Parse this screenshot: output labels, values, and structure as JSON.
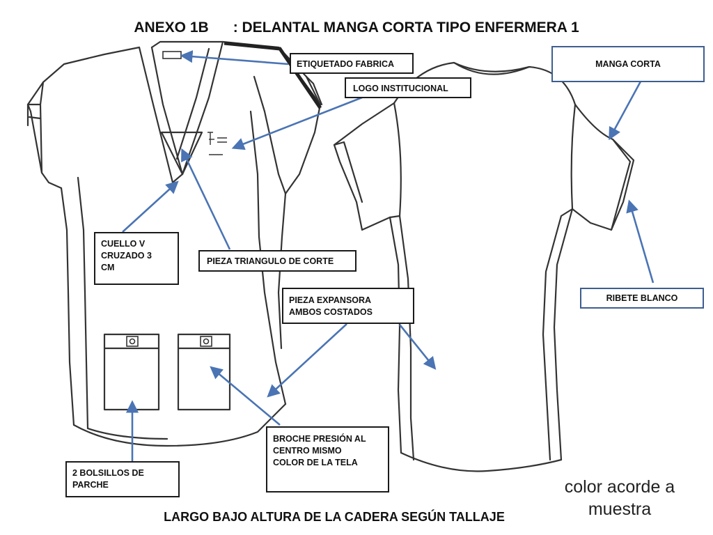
{
  "title": {
    "code": "ANEXO 1B",
    "name": ": DELANTAL MANGA CORTA TIPO ENFERMERA 1"
  },
  "labels": {
    "etiquetado": "ETIQUETADO FABRICA",
    "logo": "LOGO INSTITUCIONAL",
    "manga_corta": "MANGA CORTA",
    "cuello_v": "CUELLO V\nCRUZADO 3\nCM",
    "pieza_triangulo": "PIEZA TRIANGULO DE CORTE",
    "pieza_expansora": "PIEZA EXPANSORA\nAMBOS COSTADOS",
    "ribete_blanco": "RIBETE BLANCO",
    "broche": " BROCHE PRESIÓN AL\nCENTRO MISMO\nCOLOR DE LA TELA",
    "bolsillos": "2 BOLSILLOS DE\nPARCHE"
  },
  "note": "color acorde a\nmuestra",
  "footer": "LARGO BAJO ALTURA DE LA CADERA SEGÚN TALLAJE",
  "colors": {
    "arrow": "#4a74b4",
    "sketch": "#333333",
    "box_black": "#1a1a1a",
    "box_blue": "#3d5e8f"
  }
}
